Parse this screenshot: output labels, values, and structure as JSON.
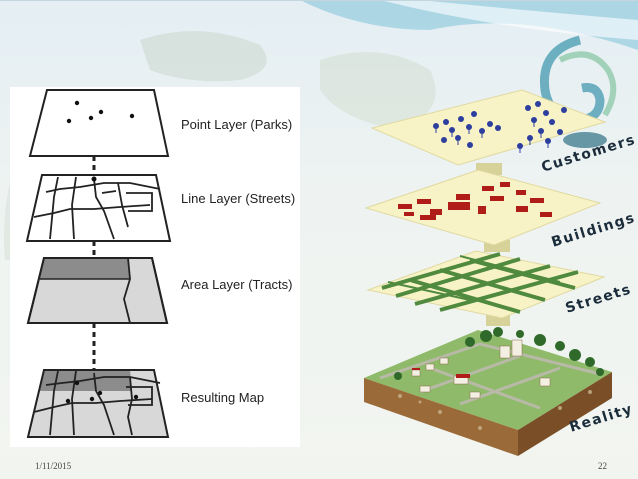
{
  "left_diagram": {
    "labels": {
      "point": "Point Layer (Parks)",
      "line": "Line Layer (Streets)",
      "area": "Area Layer (Tracts)",
      "result": "Resulting Map"
    }
  },
  "right_diagram": {
    "labels": {
      "customers": "Customers",
      "buildings": "Buildings",
      "streets": "Streets",
      "reality": "Reality"
    }
  },
  "footer": {
    "date": "1/11/2015",
    "page": "22"
  },
  "colors": {
    "layer_fill": "#f8f3c6",
    "area_gray": "#d8d8d8",
    "area_dark": "#8c8c8c",
    "street_green": "#4f8a3e",
    "building_red": "#b01c17",
    "customer_blue": "#2c3e9e"
  }
}
